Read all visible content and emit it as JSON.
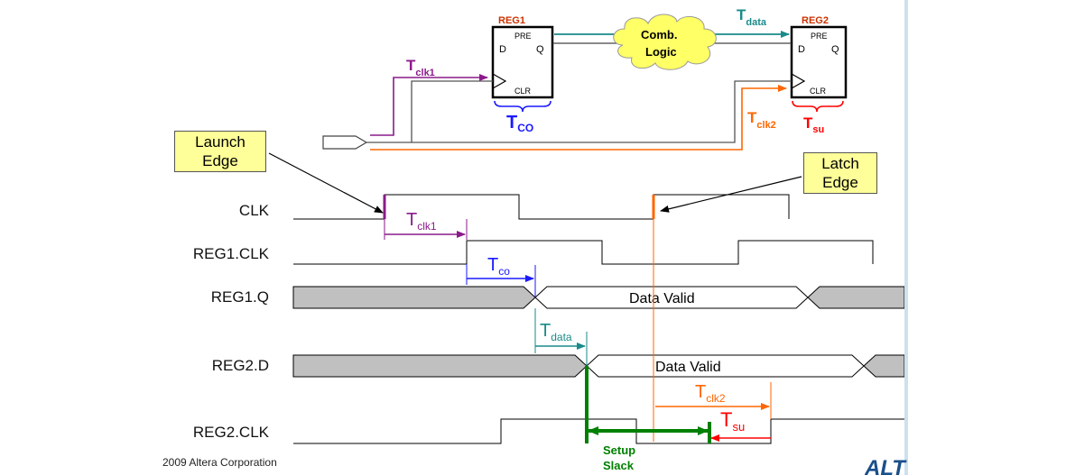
{
  "circuit": {
    "reg1_title": "REG1",
    "reg2_title": "REG2",
    "pre": "PRE",
    "clr": "CLR",
    "d": "D",
    "q": "Q",
    "comb_line1": "Comb.",
    "comb_line2": "Logic",
    "t_data_main": "T",
    "t_data_sub": "data",
    "t_clk1_main": "T",
    "t_clk1_sub": "clk1",
    "t_co_main": "T",
    "t_co_sub": "CO",
    "t_clk2_main": "T",
    "t_clk2_sub": "clk2",
    "t_su_main": "T",
    "t_su_sub": "su"
  },
  "callouts": {
    "launch_line1": "Launch",
    "launch_line2": "Edge",
    "latch_line1": "Latch",
    "latch_line2": "Edge"
  },
  "signals": {
    "clk": "CLK",
    "reg1_clk": "REG1.CLK",
    "reg1_q": "REG1.Q",
    "reg2_d": "REG2.D",
    "reg2_clk": "REG2.CLK"
  },
  "waveform": {
    "data_valid_1": "Data Valid",
    "data_valid_2": "Data Valid",
    "t_clk1_main": "T",
    "t_clk1_sub": "clk1",
    "t_co_main": "T",
    "t_co_sub": "co",
    "t_data_main": "T",
    "t_data_sub": "data",
    "t_clk2_main": "T",
    "t_clk2_sub": "clk2",
    "t_su_main": "T",
    "t_su_sub": "su",
    "setup_line1": "Setup",
    "setup_line2": "Slack"
  },
  "colors": {
    "purple": "#8b1a8b",
    "blue": "#1a1aff",
    "teal": "#1a8a8a",
    "orange": "#ff6600",
    "red": "#ff0000",
    "green": "#008000",
    "reg_title": "#cc3300",
    "cloud": "#ffff66",
    "callout": "#ffff99",
    "gray_fill": "#c0c0c0"
  },
  "footer": {
    "copyright": "2009 Altera Corporation",
    "logo_text": "ALT"
  }
}
